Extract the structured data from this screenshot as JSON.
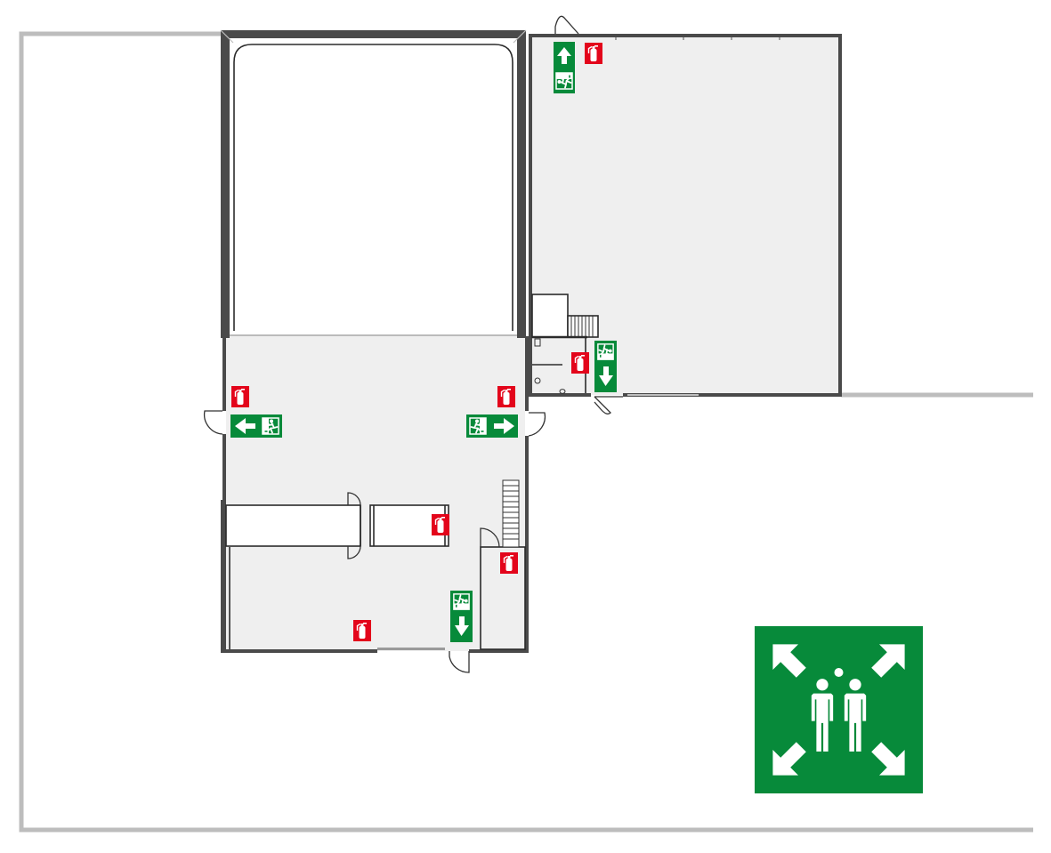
{
  "plan": {
    "colors": {
      "exit_green": "#078a3a",
      "fire_red": "#e3051b",
      "wall": "#4a4a4a",
      "floor": "#efefef",
      "site_boundary": "#bdbdbd"
    },
    "signs": {
      "exit_sign": "emergency-exit-running-man-icon",
      "fire_extinguisher": "fire-extinguisher-icon",
      "assembly_point": "assembly-point-icon",
      "directions": [
        "up",
        "left",
        "right",
        "down"
      ]
    }
  }
}
